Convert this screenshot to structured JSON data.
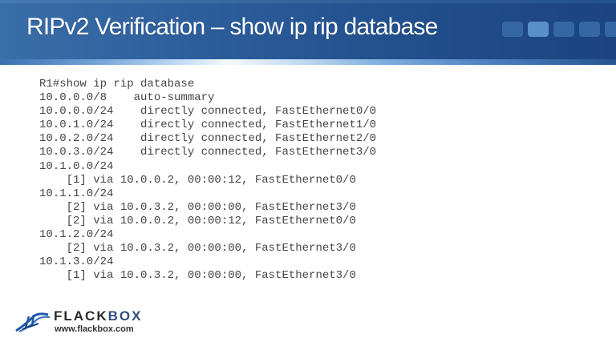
{
  "slide": {
    "title": "RIPv2 Verification – show ip rip database",
    "progress_squares": [
      {
        "active": false
      },
      {
        "active": true
      },
      {
        "active": false
      },
      {
        "active": false
      },
      {
        "active": false
      }
    ]
  },
  "terminal": {
    "lines": [
      "R1#show ip rip database",
      "10.0.0.0/8    auto-summary",
      "10.0.0.0/24    directly connected, FastEthernet0/0",
      "10.0.1.0/24    directly connected, FastEthernet1/0",
      "10.0.2.0/24    directly connected, FastEthernet2/0",
      "10.0.3.0/24    directly connected, FastEthernet3/0",
      "10.1.0.0/24",
      "    [1] via 10.0.0.2, 00:00:12, FastEthernet0/0",
      "10.1.1.0/24",
      "    [2] via 10.0.3.2, 00:00:00, FastEthernet3/0",
      "    [2] via 10.0.0.2, 00:00:12, FastEthernet0/0",
      "10.1.2.0/24",
      "    [2] via 10.0.3.2, 00:00:00, FastEthernet3/0",
      "10.1.3.0/24",
      "    [1] via 10.0.3.2, 00:00:00, FastEthernet3/0"
    ]
  },
  "logo": {
    "name_part1": "FLACK",
    "name_part2": "BOX",
    "url": "www.flackbox.com",
    "icon": "bridge-icon"
  },
  "colors": {
    "header_blue": "#23528f",
    "text_gray": "#444444",
    "logo_blue": "#2f4e7c"
  }
}
